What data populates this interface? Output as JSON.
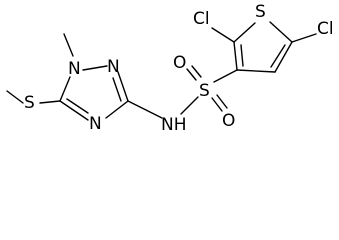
{
  "labels": {
    "s_thioether": "S",
    "n1": "N",
    "n2": "N",
    "n4": "N",
    "nh": "NH",
    "s_sulfonyl": "S",
    "o_top": "O",
    "o_bottom": "O",
    "cl_left": "Cl",
    "cl_right": "Cl",
    "s_thiophene": "S"
  }
}
